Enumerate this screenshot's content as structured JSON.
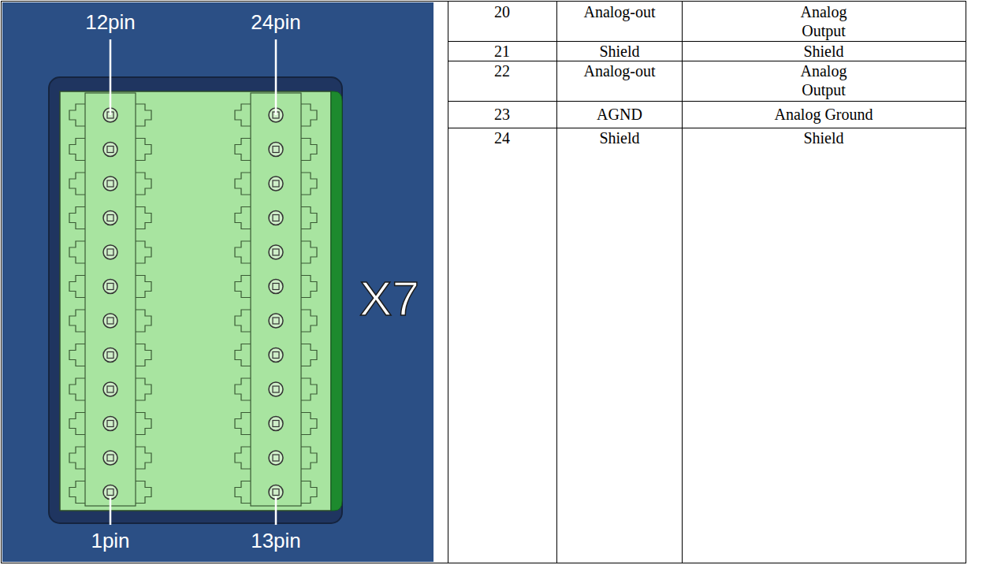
{
  "diagram": {
    "labels": [
      "12pin",
      "24pin",
      "1pin",
      "13pin",
      "X7",
      "20",
      "Analog-out",
      "Analog Output",
      "21",
      "Shield",
      "Shield",
      "22",
      "Analog-out",
      "Analog Output",
      "23",
      "AGND",
      "Analog Ground",
      "24",
      "Shield",
      "Shield"
    ]
  }
}
